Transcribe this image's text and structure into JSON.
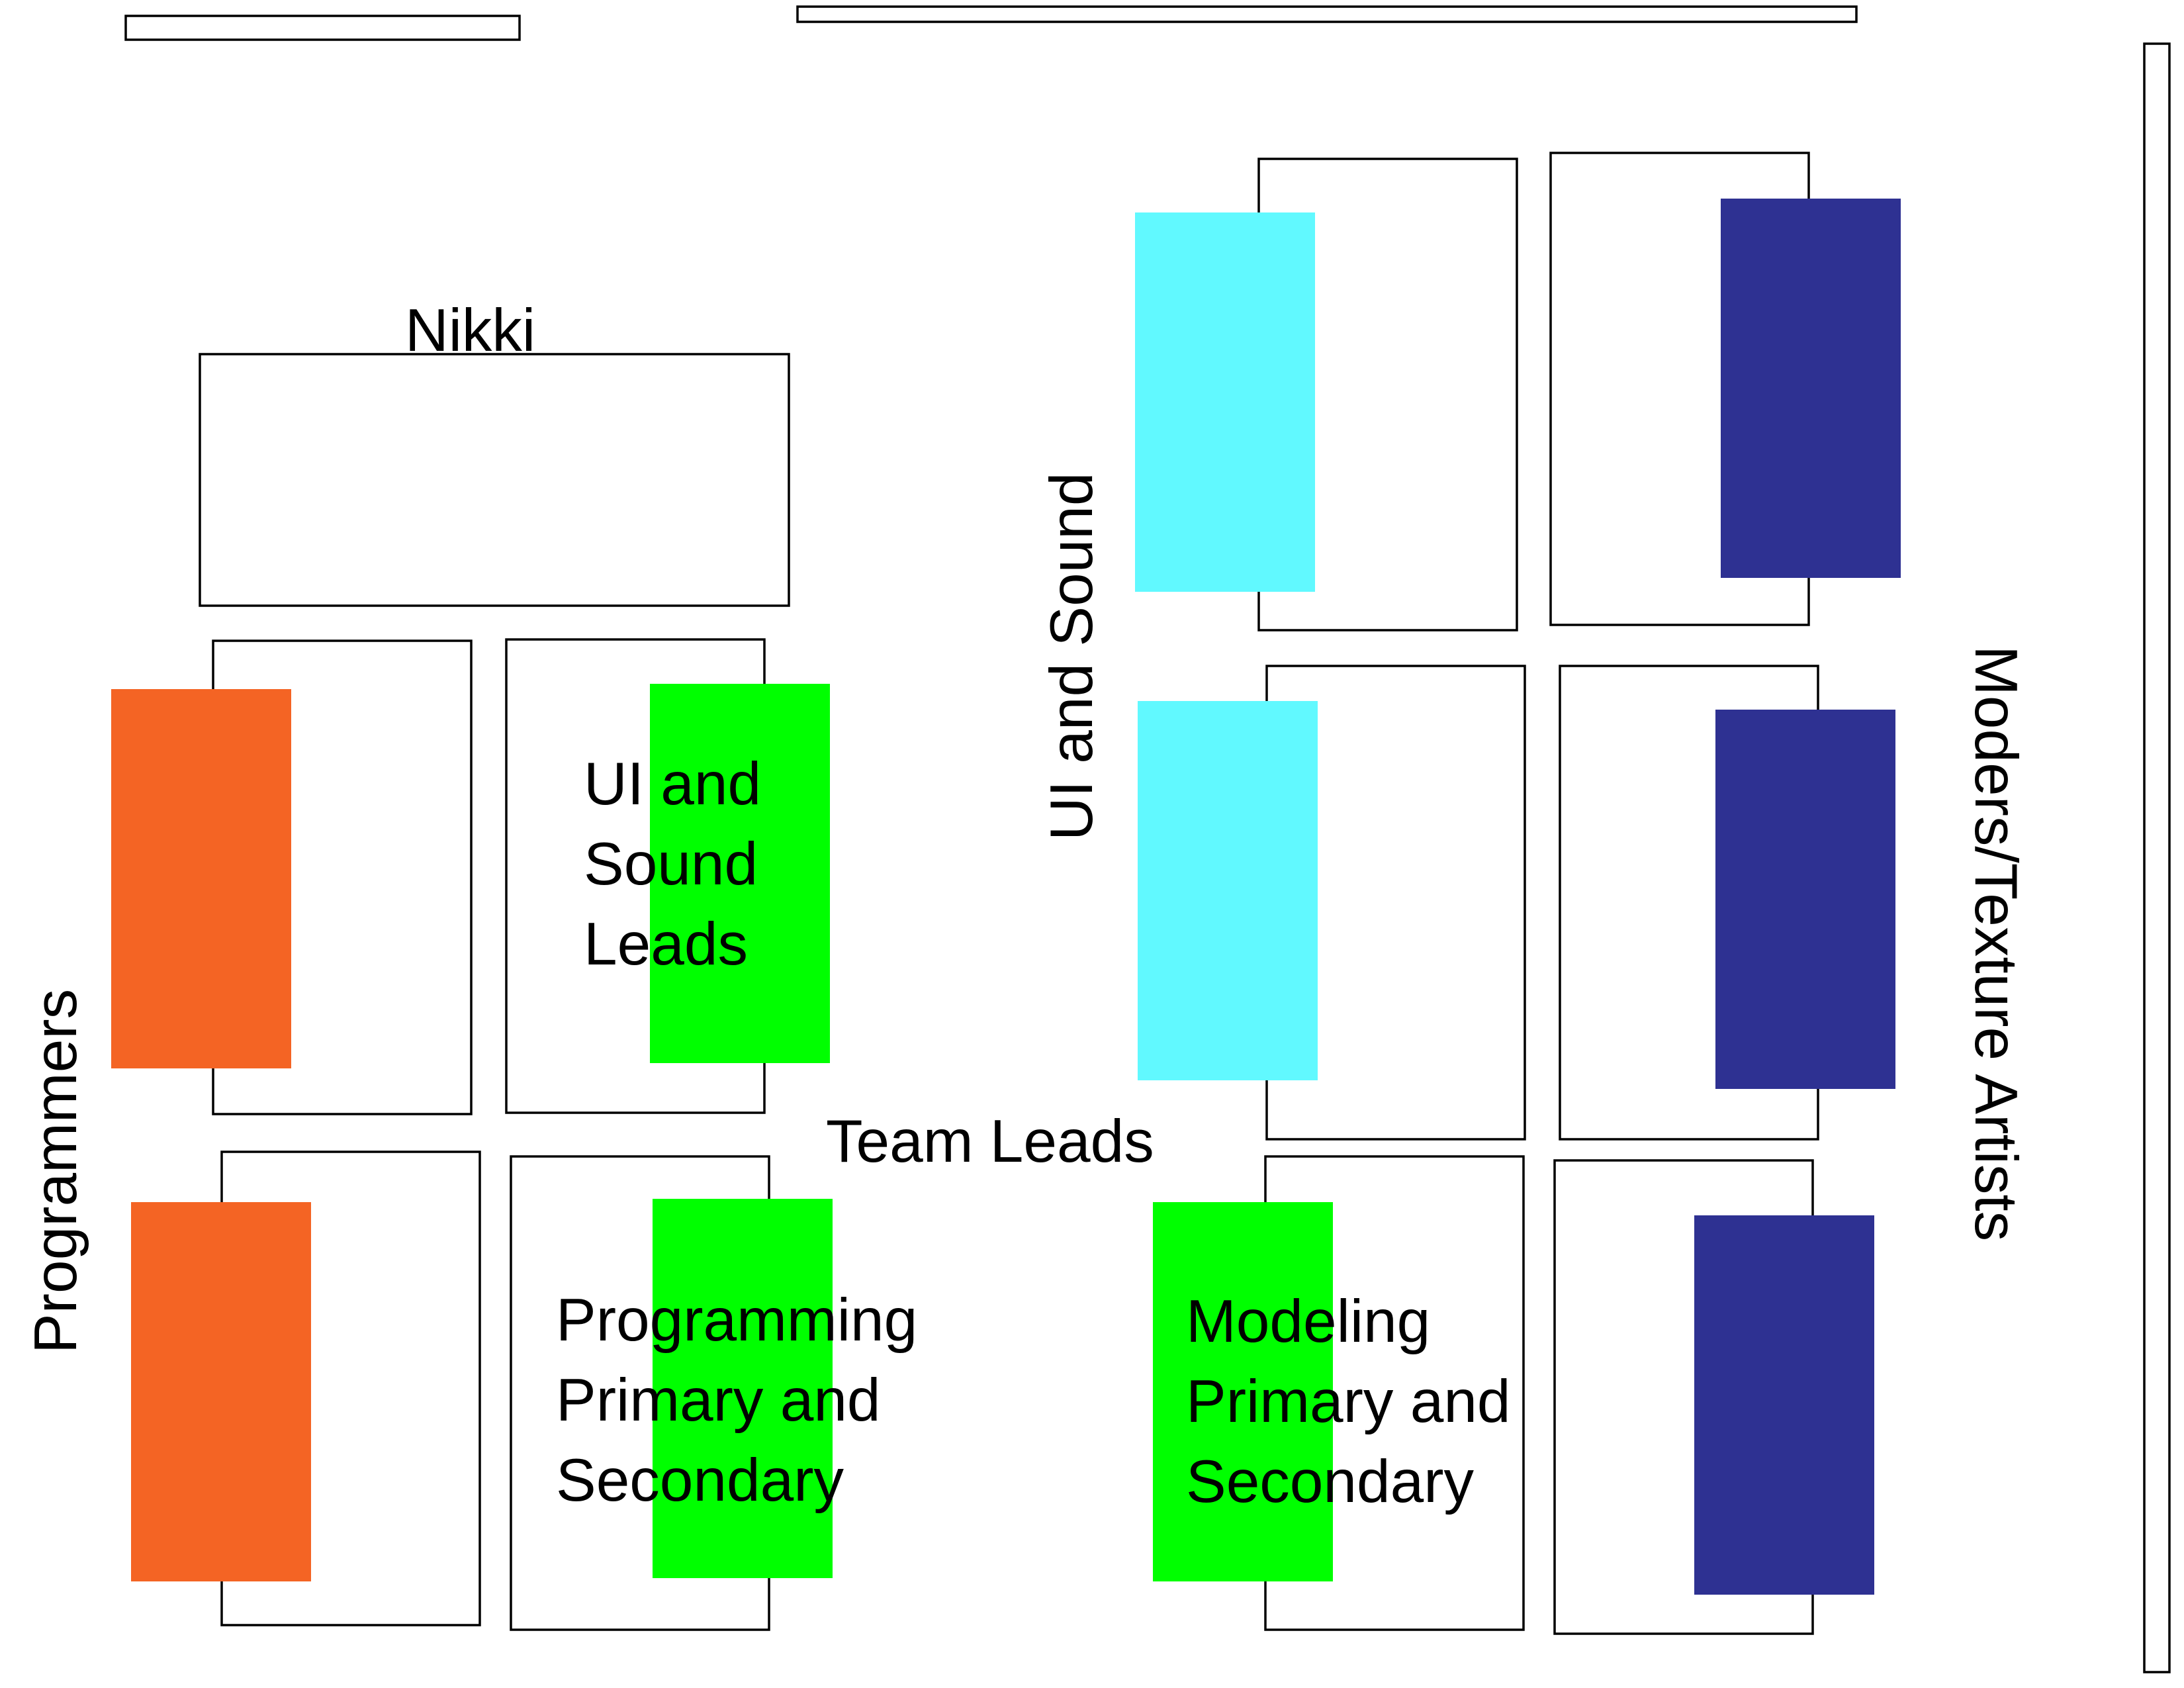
{
  "colors": {
    "programmers": "#F46424",
    "leads": "#00FF00",
    "ui_sound": "#61F9FF",
    "modelers": "#2E3192",
    "outline": "#000000",
    "background": "#FFFFFF"
  },
  "labels": {
    "boss_name": "Nikki",
    "programmers": "Programmers",
    "ui_sound": "UI and Sound",
    "modelers": "Moders/Texture Artists",
    "team_leads": "Team Leads",
    "ui_sound_leads": [
      "UI and",
      "Sound",
      "Leads"
    ],
    "programming_leads": [
      "Programming",
      "Primary and",
      "Secondary"
    ],
    "modeling_leads": [
      "Modeling",
      "Primary and",
      "Secondary"
    ]
  }
}
